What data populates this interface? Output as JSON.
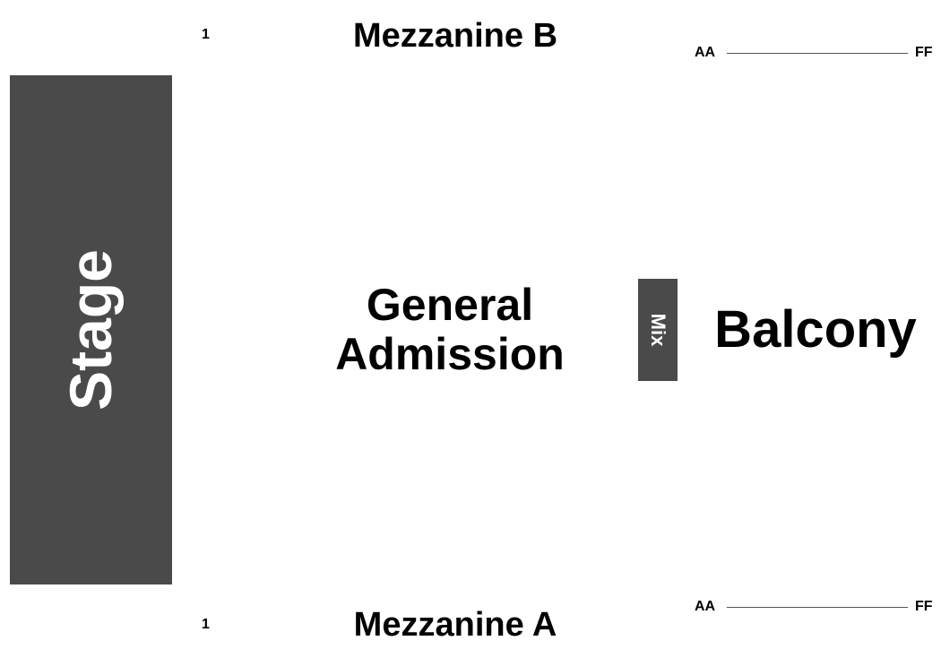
{
  "colors": {
    "block": "#4a4a4a",
    "block_text": "#ffffff",
    "text": "#000000",
    "line": "#555555"
  },
  "stage": {
    "label": "Stage"
  },
  "mix": {
    "label": "Mix"
  },
  "sections": {
    "mezzanine_b": "Mezzanine B",
    "mezzanine_a": "Mezzanine A",
    "general_admission": [
      "General",
      "Admission"
    ],
    "balcony": "Balcony"
  },
  "row_markers": {
    "mezzanine_b_first": "1",
    "mezzanine_a_first": "1",
    "balcony_top_start": "AA",
    "balcony_top_end": "FF",
    "balcony_bottom_start": "AA",
    "balcony_bottom_end": "FF"
  }
}
